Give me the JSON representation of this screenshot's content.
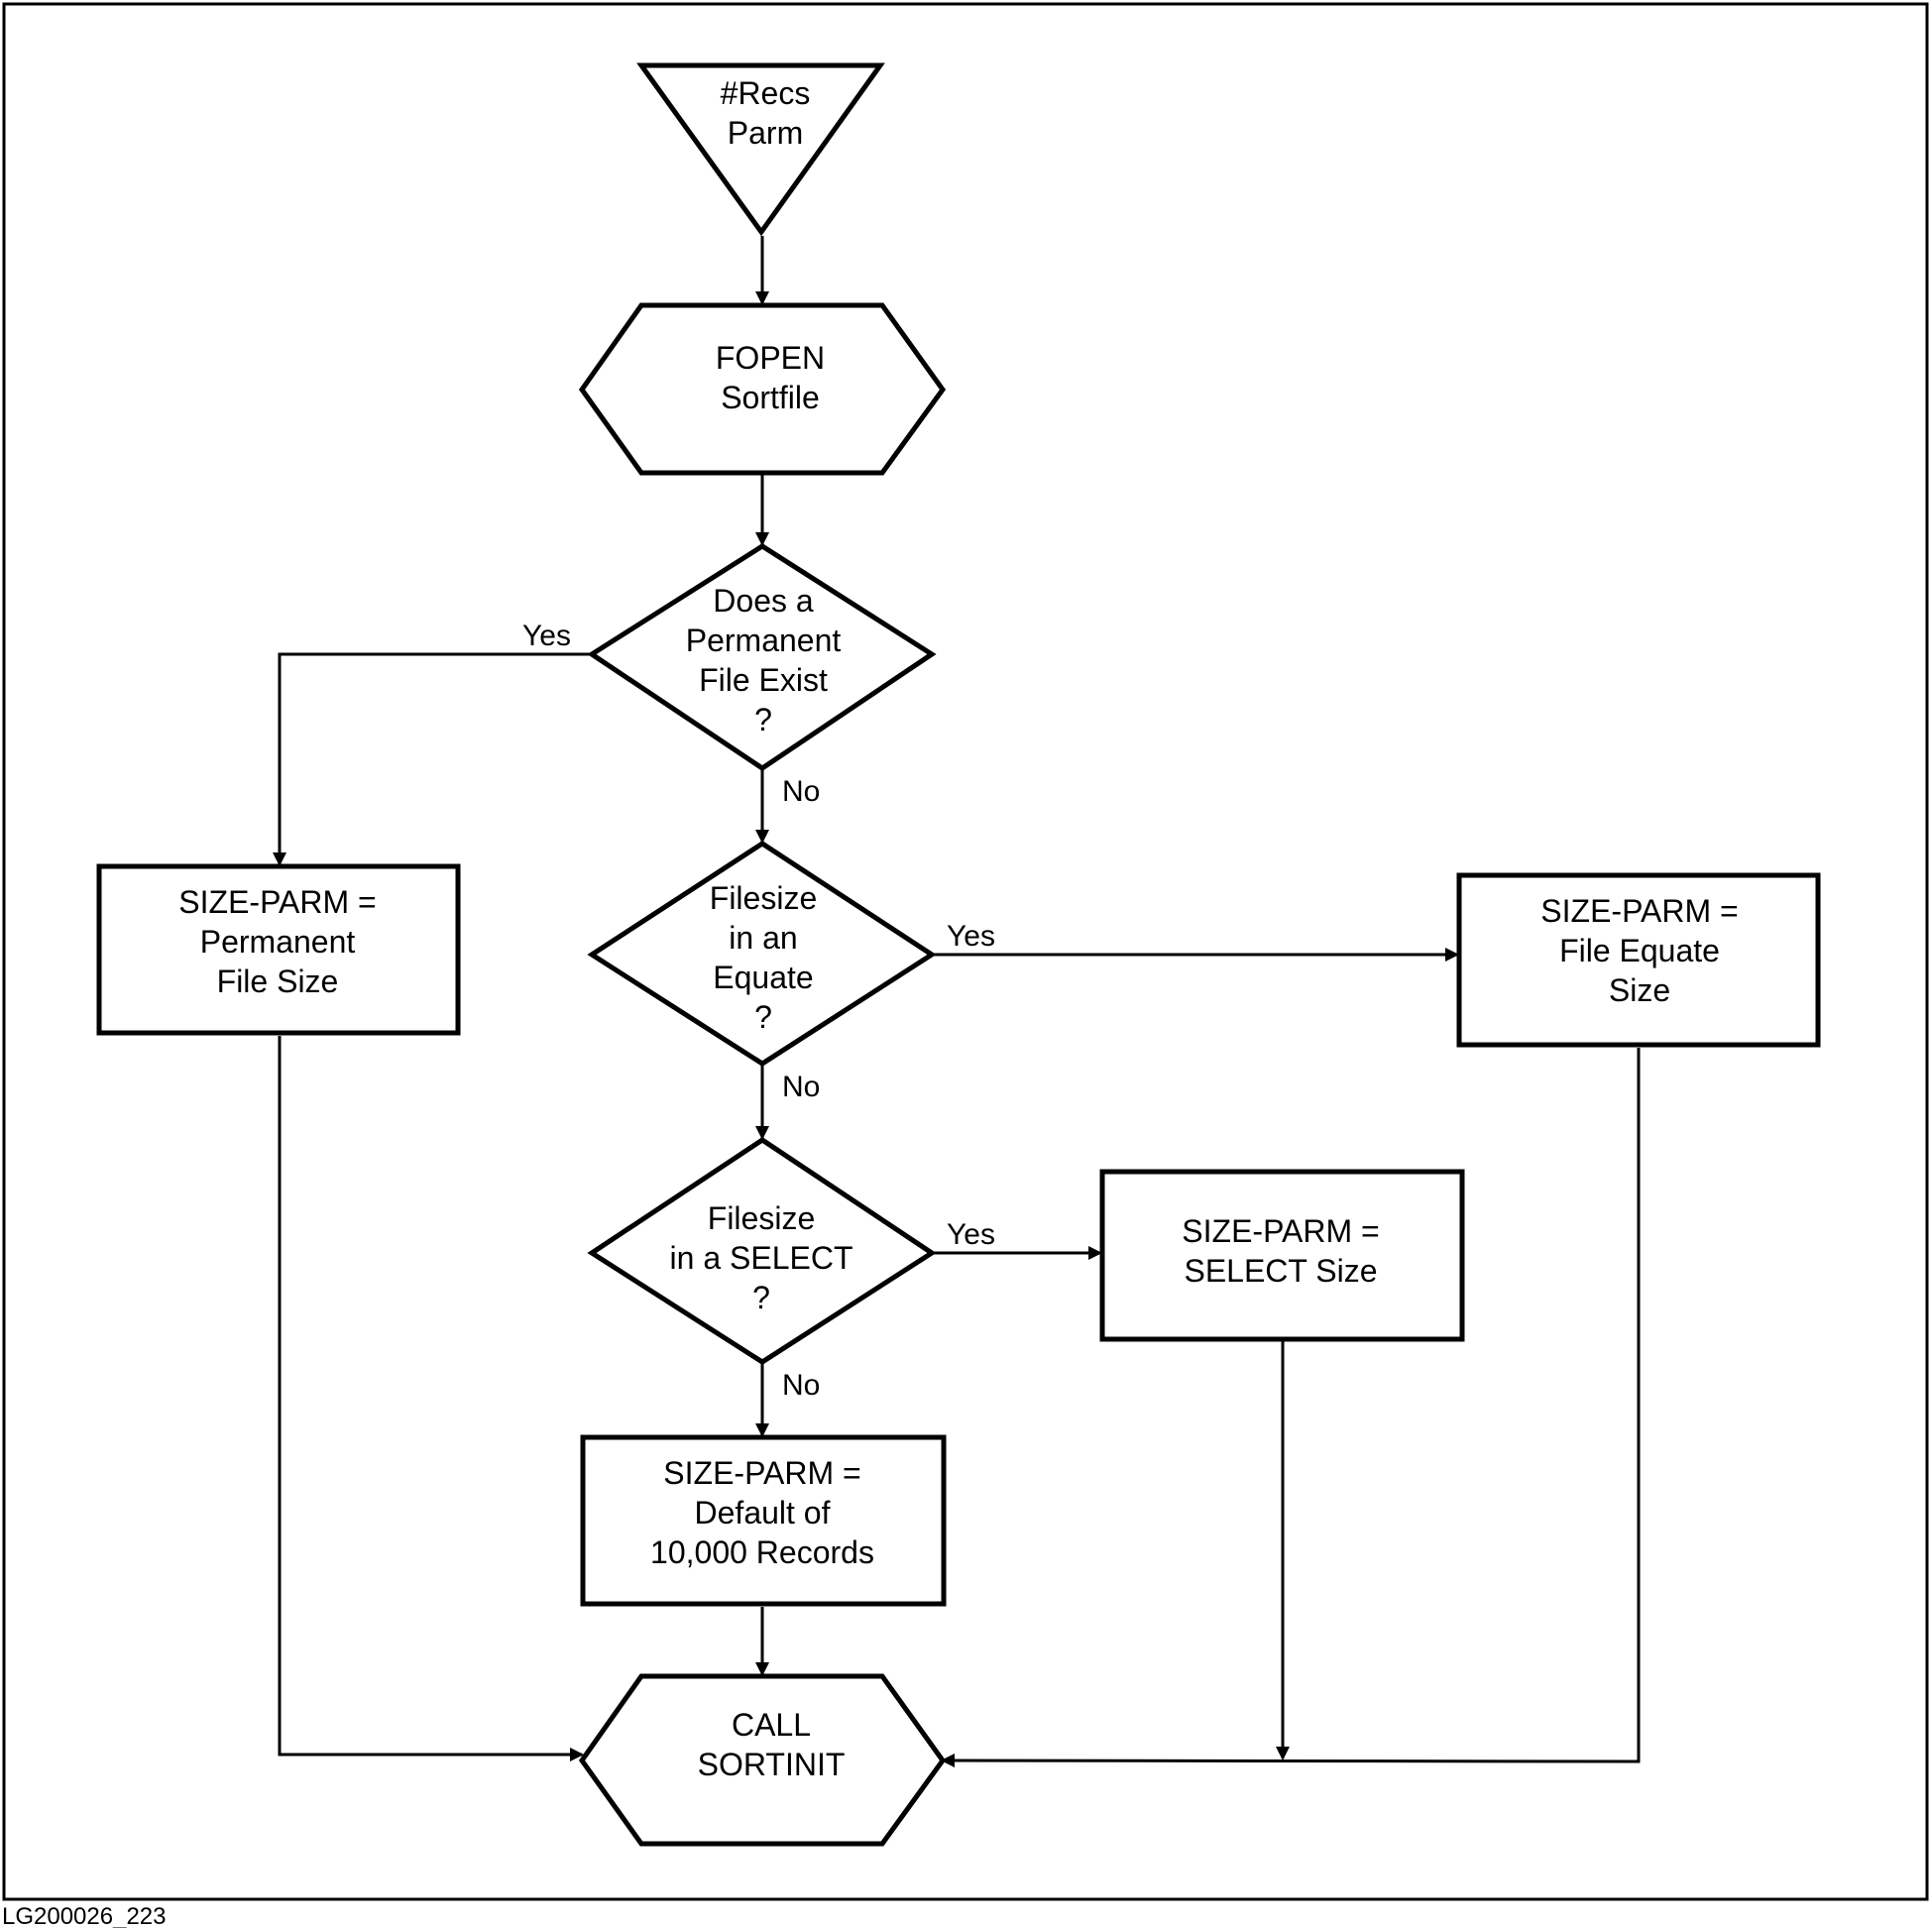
{
  "diagram": {
    "nodes": {
      "recs_parm": {
        "lines": [
          "#Recs",
          "Parm"
        ]
      },
      "fopen": {
        "lines": [
          "FOPEN",
          "Sortfile"
        ]
      },
      "perm_exists": {
        "lines": [
          "Does a",
          "Permanent",
          "File Exist",
          "?"
        ]
      },
      "filesize_equate": {
        "lines": [
          "Filesize",
          "in an",
          "Equate",
          "?"
        ]
      },
      "filesize_select": {
        "lines": [
          "Filesize",
          "in a SELECT",
          "?"
        ]
      },
      "size_perm": {
        "lines": [
          "SIZE-PARM  =",
          "Permanent",
          "File Size"
        ]
      },
      "size_equate": {
        "lines": [
          "SIZE-PARM  =",
          "File Equate",
          "Size"
        ]
      },
      "size_select": {
        "lines": [
          "SIZE-PARM  =",
          "SELECT Size"
        ]
      },
      "size_default": {
        "lines": [
          "SIZE-PARM  =",
          "Default of",
          "10,000 Records"
        ]
      },
      "call_sortinit": {
        "lines": [
          "CALL",
          "SORTINIT"
        ]
      }
    },
    "edge_labels": {
      "perm_yes": "Yes",
      "perm_no": "No",
      "equate_yes": "Yes",
      "equate_no": "No",
      "select_yes": "Yes",
      "select_no": "No"
    },
    "figure_id": "LG200026_223"
  }
}
